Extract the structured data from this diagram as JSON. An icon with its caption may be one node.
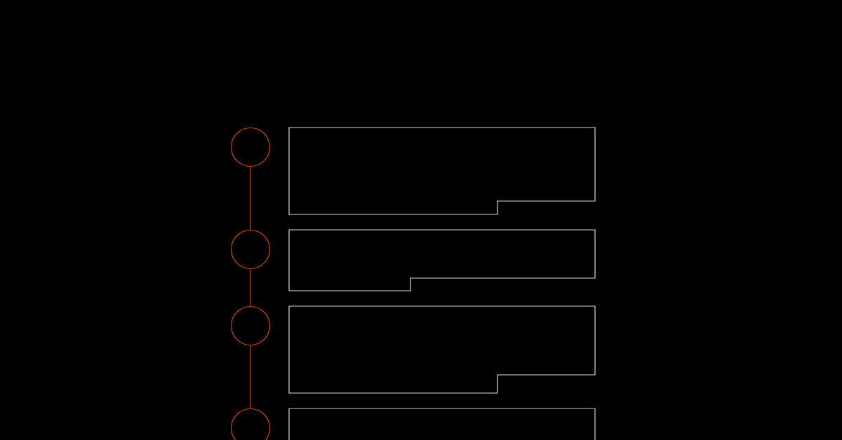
{
  "diagram": {
    "nodes": [
      {
        "text": [],
        "shape": "circle"
      },
      {
        "text": [],
        "shape": "box"
      },
      {
        "text": [],
        "shape": "circle"
      },
      {
        "text": [],
        "shape": "box"
      },
      {
        "text": [],
        "shape": "circle"
      },
      {
        "text": [],
        "shape": "box"
      },
      {
        "text": [],
        "shape": "circle"
      },
      {
        "text": [],
        "shape": "box"
      }
    ],
    "edges": [
      {
        "from": 0,
        "to": 2,
        "arrow": "none"
      },
      {
        "from": 2,
        "to": 4,
        "arrow": "none"
      },
      {
        "from": 4,
        "to": 6,
        "arrow": "none"
      }
    ]
  }
}
